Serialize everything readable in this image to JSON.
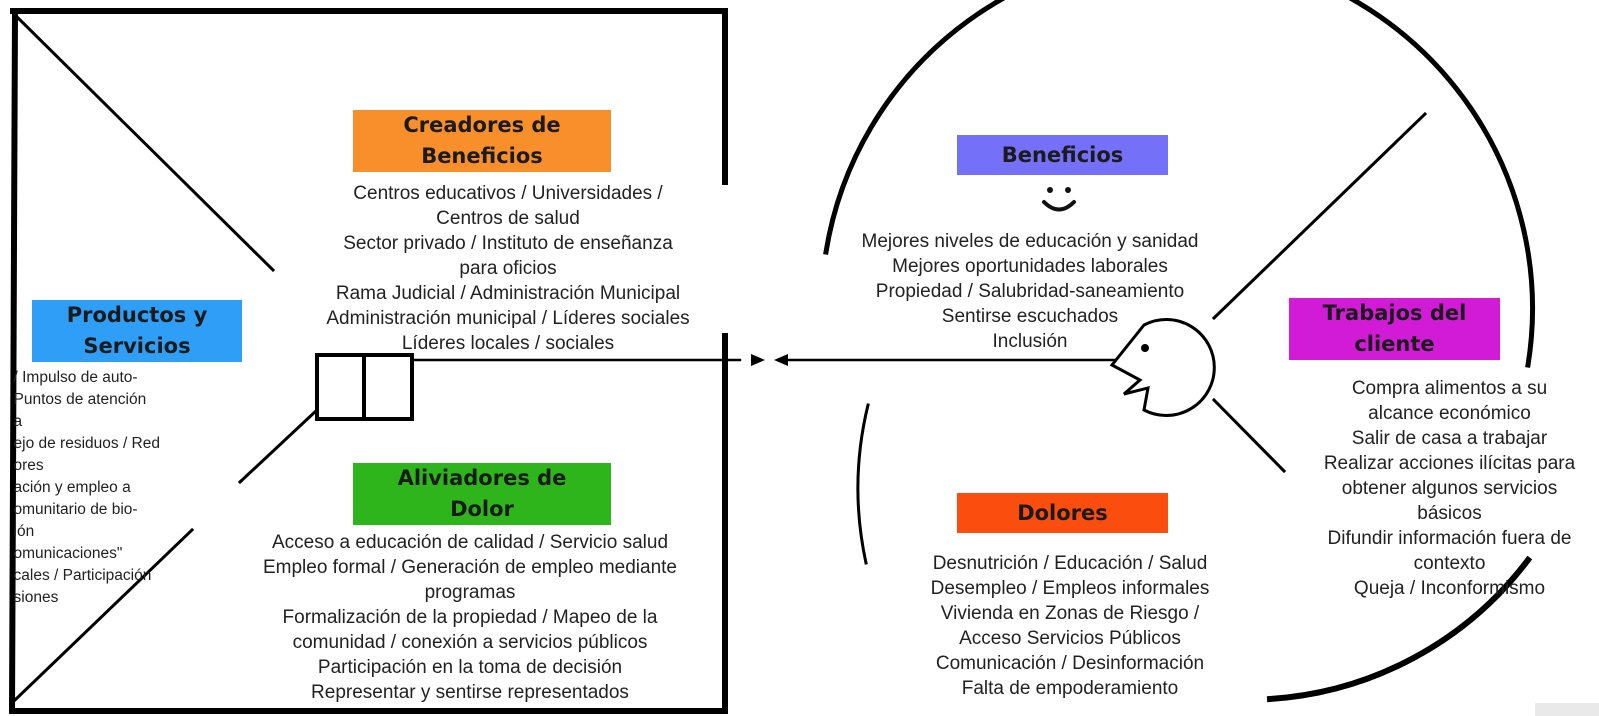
{
  "colors": {
    "creadores": "#f98f2a",
    "productos": "#2e9ef6",
    "aliviadores": "#2fb51c",
    "beneficios": "#7470f7",
    "dolores": "#fa4d0e",
    "trabajos": "#d21bd6"
  },
  "product_side": {
    "creadores": {
      "title": "Creadores de\nBeneficios",
      "items": [
        "Centros educativos / Universidades /",
        "Centros de salud",
        "Sector privado / Instituto de enseñanza",
        "para oficios",
        "Rama Judicial / Administración Municipal",
        "Administración municipal / Líderes sociales",
        "Líderes locales / sociales"
      ]
    },
    "productos": {
      "title": "Productos y\nServicios",
      "items": [
        "/ Impulso de auto-",
        "Puntos de atención",
        "a",
        "ejo de residuos / Red",
        "ores",
        "ación y empleo a",
        "omunitario de bio-",
        "ión",
        "omunicaciones\"",
        "cales / Participación",
        "siones"
      ]
    },
    "aliviadores": {
      "title": "Aliviadores de\nDolor",
      "items": [
        "Acceso a educación de calidad / Servicio salud",
        "Empleo formal / Generación de empleo mediante",
        "programas",
        "Formalización de la propiedad / Mapeo de la",
        "comunidad / conexión a servicios públicos",
        "Participación en la toma de decisión",
        "Representar y sentirse representados"
      ]
    }
  },
  "customer_side": {
    "beneficios": {
      "title": "Beneficios",
      "icon": "smile-icon",
      "items": [
        "Mejores niveles de educación y sanidad",
        "Mejores oportunidades laborales",
        "Propiedad / Salubridad-saneamiento",
        "Sentirse escuchados",
        "Inclusión"
      ]
    },
    "trabajos": {
      "title": "Trabajos del\ncliente",
      "items": [
        "Compra alimentos a su",
        "alcance económico",
        "Salir de casa a trabajar",
        "Realizar acciones ilícitas para",
        "obtener algunos servicios",
        "básicos",
        "Difundir información fuera de",
        "contexto",
        "Queja / Inconformismo"
      ]
    },
    "dolores": {
      "title": "Dolores",
      "items": [
        "Desnutrición / Educación / Salud",
        "Desempleo / Empleos informales",
        "Vivienda en Zonas de Riesgo /",
        "Acceso Servicios Públicos",
        "Comunicación / Desinformación",
        "Falta de empoderamiento"
      ]
    }
  }
}
